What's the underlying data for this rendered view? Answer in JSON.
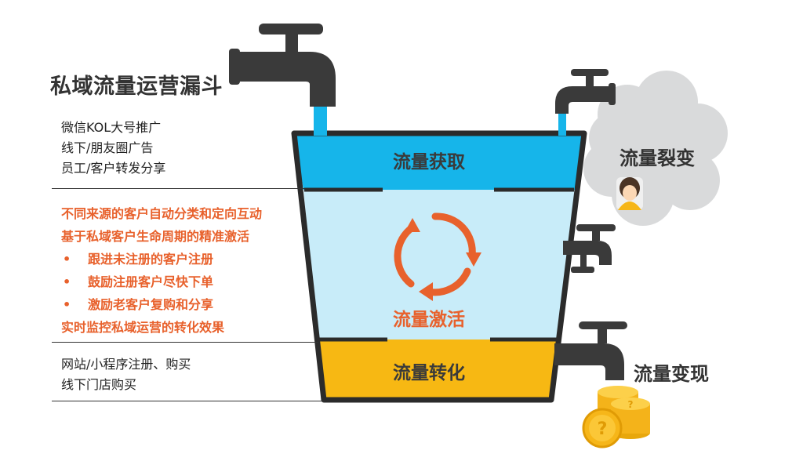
{
  "title": "私域流量运营漏斗",
  "acquisition_text": [
    "微信KOL大号推广",
    "线下/朋友圈广告",
    "员工/客户转发分享"
  ],
  "activation_text": {
    "lines": [
      "不同来源的客户自动分类和定向互动",
      "基于私域客户生命周期的精准激活"
    ],
    "bullets": [
      "跟进未注册的客户注册",
      "鼓励注册客户尽快下单",
      "激励老客户复购和分享"
    ],
    "footer": "实时监控私域运营的转化效果",
    "bullet_char": "•"
  },
  "conversion_text": [
    "网站/小程序注册、购买",
    "线下门店购买"
  ],
  "bucket": {
    "top_label": "流量获取",
    "middle_label": "流量激活",
    "bottom_label": "流量转化"
  },
  "side_labels": {
    "fission": "流量裂变",
    "monetization": "流量变现"
  },
  "icons": [
    "faucet-icon",
    "cycle-arrows-icon",
    "user-avatar-icon",
    "coin-stack-icon",
    "cloud-icon"
  ],
  "colors": {
    "water_top": "#16b5ea",
    "water_middle": "#c8ecf9",
    "water_bottom": "#f7b813",
    "accent_orange": "#e8612c",
    "faucet": "#3a3a3a"
  }
}
